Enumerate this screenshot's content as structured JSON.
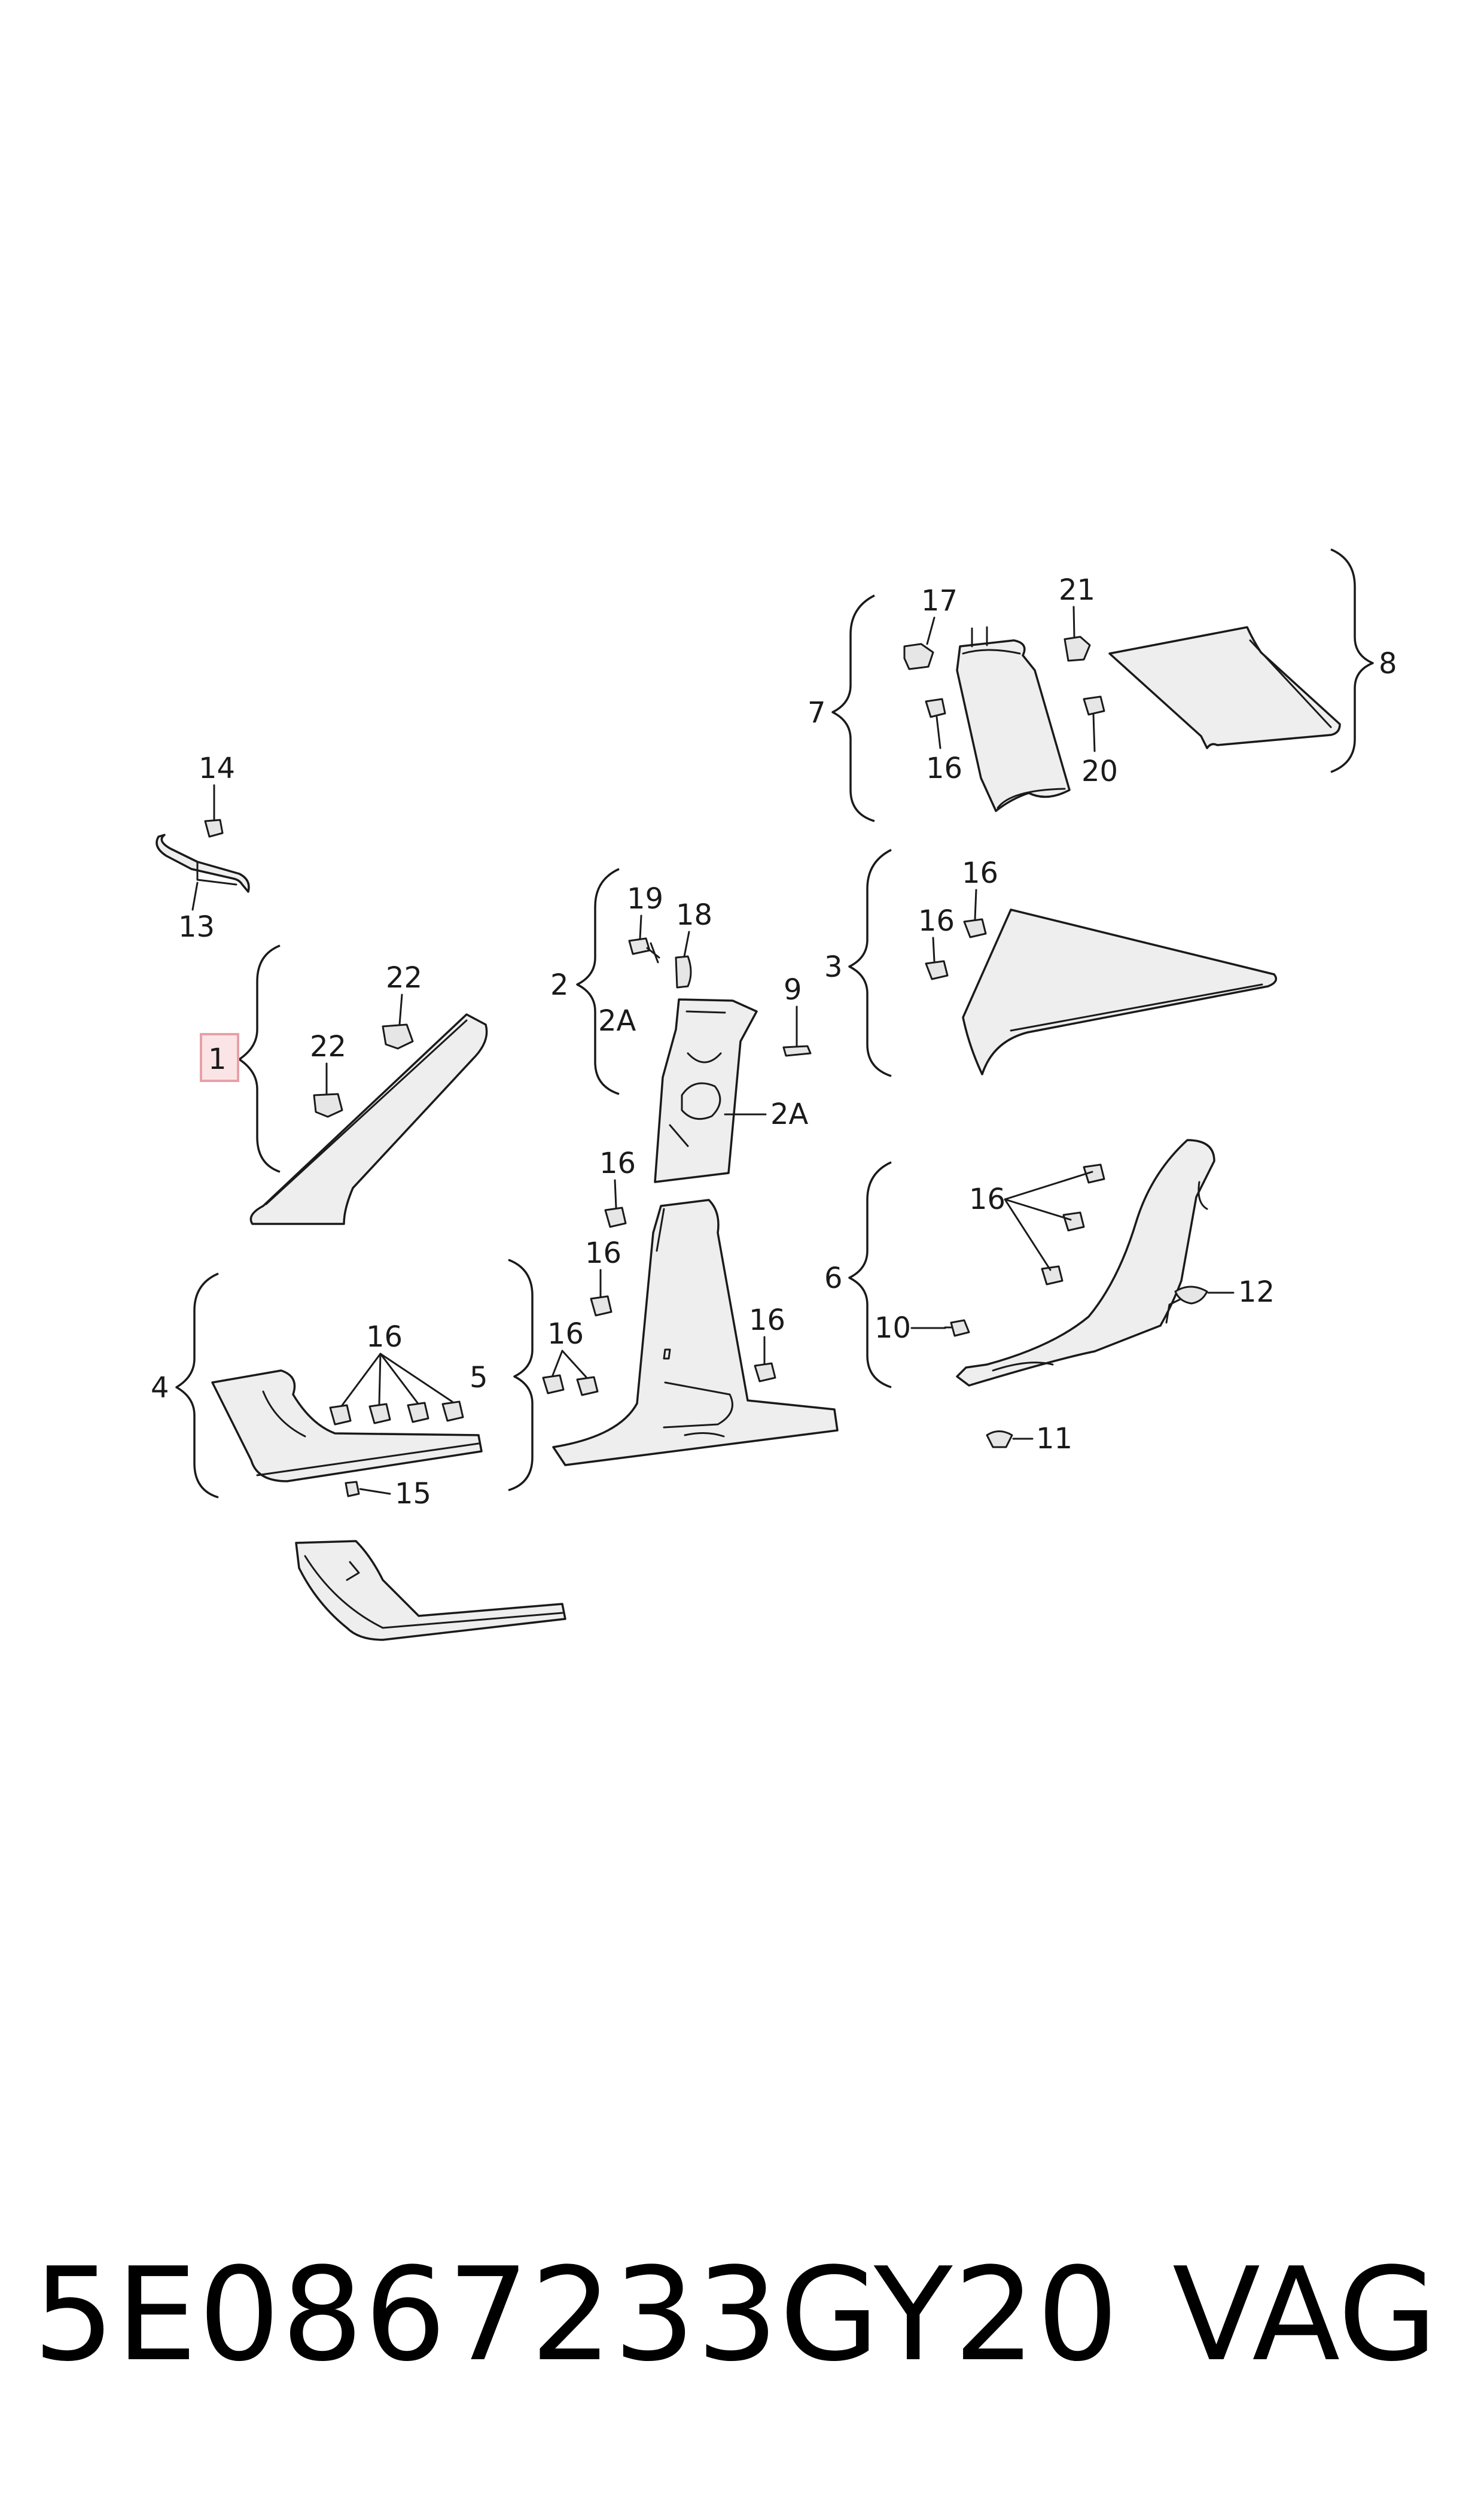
{
  "diagram": {
    "callouts": {
      "c1": "1",
      "c2": "2",
      "c2a_top": "2A",
      "c2a_side": "2A",
      "c3": "3",
      "c4": "4",
      "c5": "5",
      "c6": "6",
      "c7": "7",
      "c8": "8",
      "c9": "9",
      "c10": "10",
      "c11": "11",
      "c12": "12",
      "c13": "13",
      "c14": "14",
      "c15": "15",
      "c17": "17",
      "c18": "18",
      "c19": "19",
      "c20": "20",
      "c21": "21",
      "c22a": "22",
      "c22b": "22",
      "c16_pillar7": "16",
      "c16_panel3_top": "16",
      "c16_panel3_side": "16",
      "c16_bpillar_a": "16",
      "c16_bpillar_b": "16",
      "c16_sill5_left": "16",
      "c16_sill5_right": "16",
      "c16_sill4": "16",
      "c16_panel6": "16"
    },
    "highlight_color": "#e8a0a8"
  },
  "footer": {
    "part_number": "5E0867233GY20",
    "brand": "VAG"
  }
}
